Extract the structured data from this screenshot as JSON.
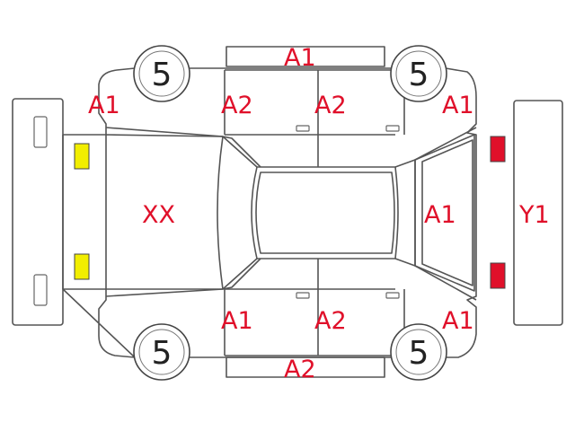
{
  "colors": {
    "label": "#e0102a",
    "outline": "#555555",
    "front_light": "#f2ee00",
    "rear_light": "#e0102a"
  },
  "wheels": {
    "front_left": "5",
    "rear_left": "5",
    "front_right": "5",
    "rear_right": "5"
  },
  "labels": {
    "top_panel": "A1",
    "front_left_fender": "A1",
    "left_front_door": "A2",
    "left_rear_door": "A2",
    "rear_left_quarter": "A1",
    "hood": "XX",
    "trunk": "A1",
    "rear_bumper": "Y1",
    "right_front_door": "A1",
    "right_rear_door": "A2",
    "rear_right_quarter": "A1",
    "bottom_panel": "A2"
  }
}
